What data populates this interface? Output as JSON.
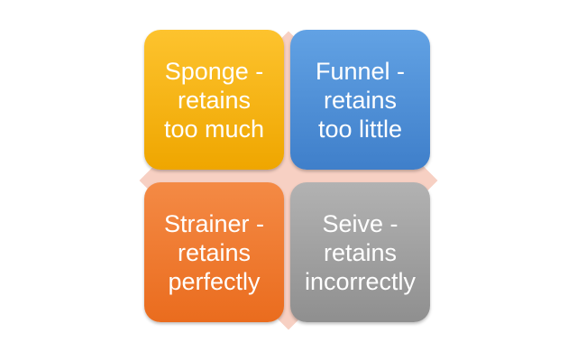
{
  "diagram": {
    "background_shape": "diamond",
    "colors": {
      "diamond": "#f7d0c3",
      "sponge": "#f5b400",
      "funnel": "#4a8bd6",
      "strainer": "#ee7a2f",
      "seive": "#a0a0a0",
      "text": "#ffffff"
    },
    "boxes": [
      {
        "label": "Sponge -\nretains\ntoo much"
      },
      {
        "label": "Funnel -\nretains\ntoo little"
      },
      {
        "label": "Strainer -\nretains\nperfectly"
      },
      {
        "label": "Seive -\nretains\nincorrectly"
      }
    ]
  }
}
